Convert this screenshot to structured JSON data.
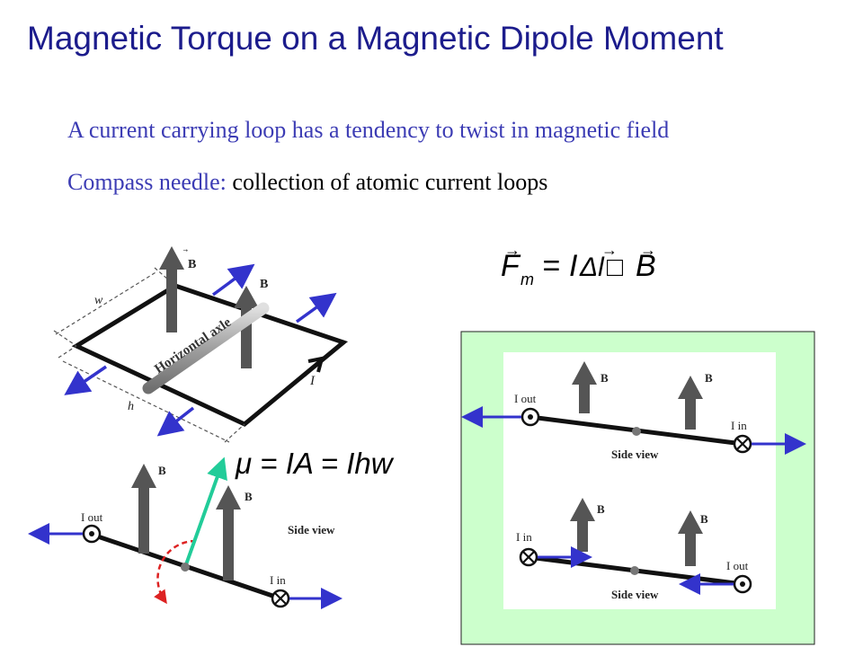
{
  "slide": {
    "title": "Magnetic Torque on a Magnetic Dipole Moment",
    "bullets": [
      {
        "text": "A current carrying loop has a tendency to twist in magnetic field"
      },
      {
        "lead": "Compass needle: ",
        "rest": "collection of atomic current loops"
      }
    ]
  },
  "figure_3d": {
    "B_label": "B",
    "axle_label": "Horizontal axle",
    "w_label": "w",
    "h_label": "h",
    "I_label": "I"
  },
  "equations": {
    "force": {
      "F": "F",
      "m": "m",
      "eq": "=",
      "I": "I",
      "delta_l": "Δl",
      "box": "□",
      "B": "B"
    },
    "moment": "μ = IA = Ihw"
  },
  "side_view_left": {
    "I_out": "I out",
    "I_in": "I in",
    "side_view": "Side view",
    "B_label": "B"
  },
  "green_panel": {
    "top": {
      "I_out": "I out",
      "I_in": "I in",
      "side_view": "Side view",
      "B_label": "B"
    },
    "bottom": {
      "I_in": "I in",
      "I_out": "I out",
      "side_view": "Side view",
      "B_label": "B"
    },
    "background": "#ccffcc"
  },
  "colors": {
    "title": "#1c1c8c",
    "text": "#3c3cb4",
    "arrow_blue": "#3333cc",
    "mu_arrow": "#22cc99",
    "arc_red": "#dd2222"
  }
}
